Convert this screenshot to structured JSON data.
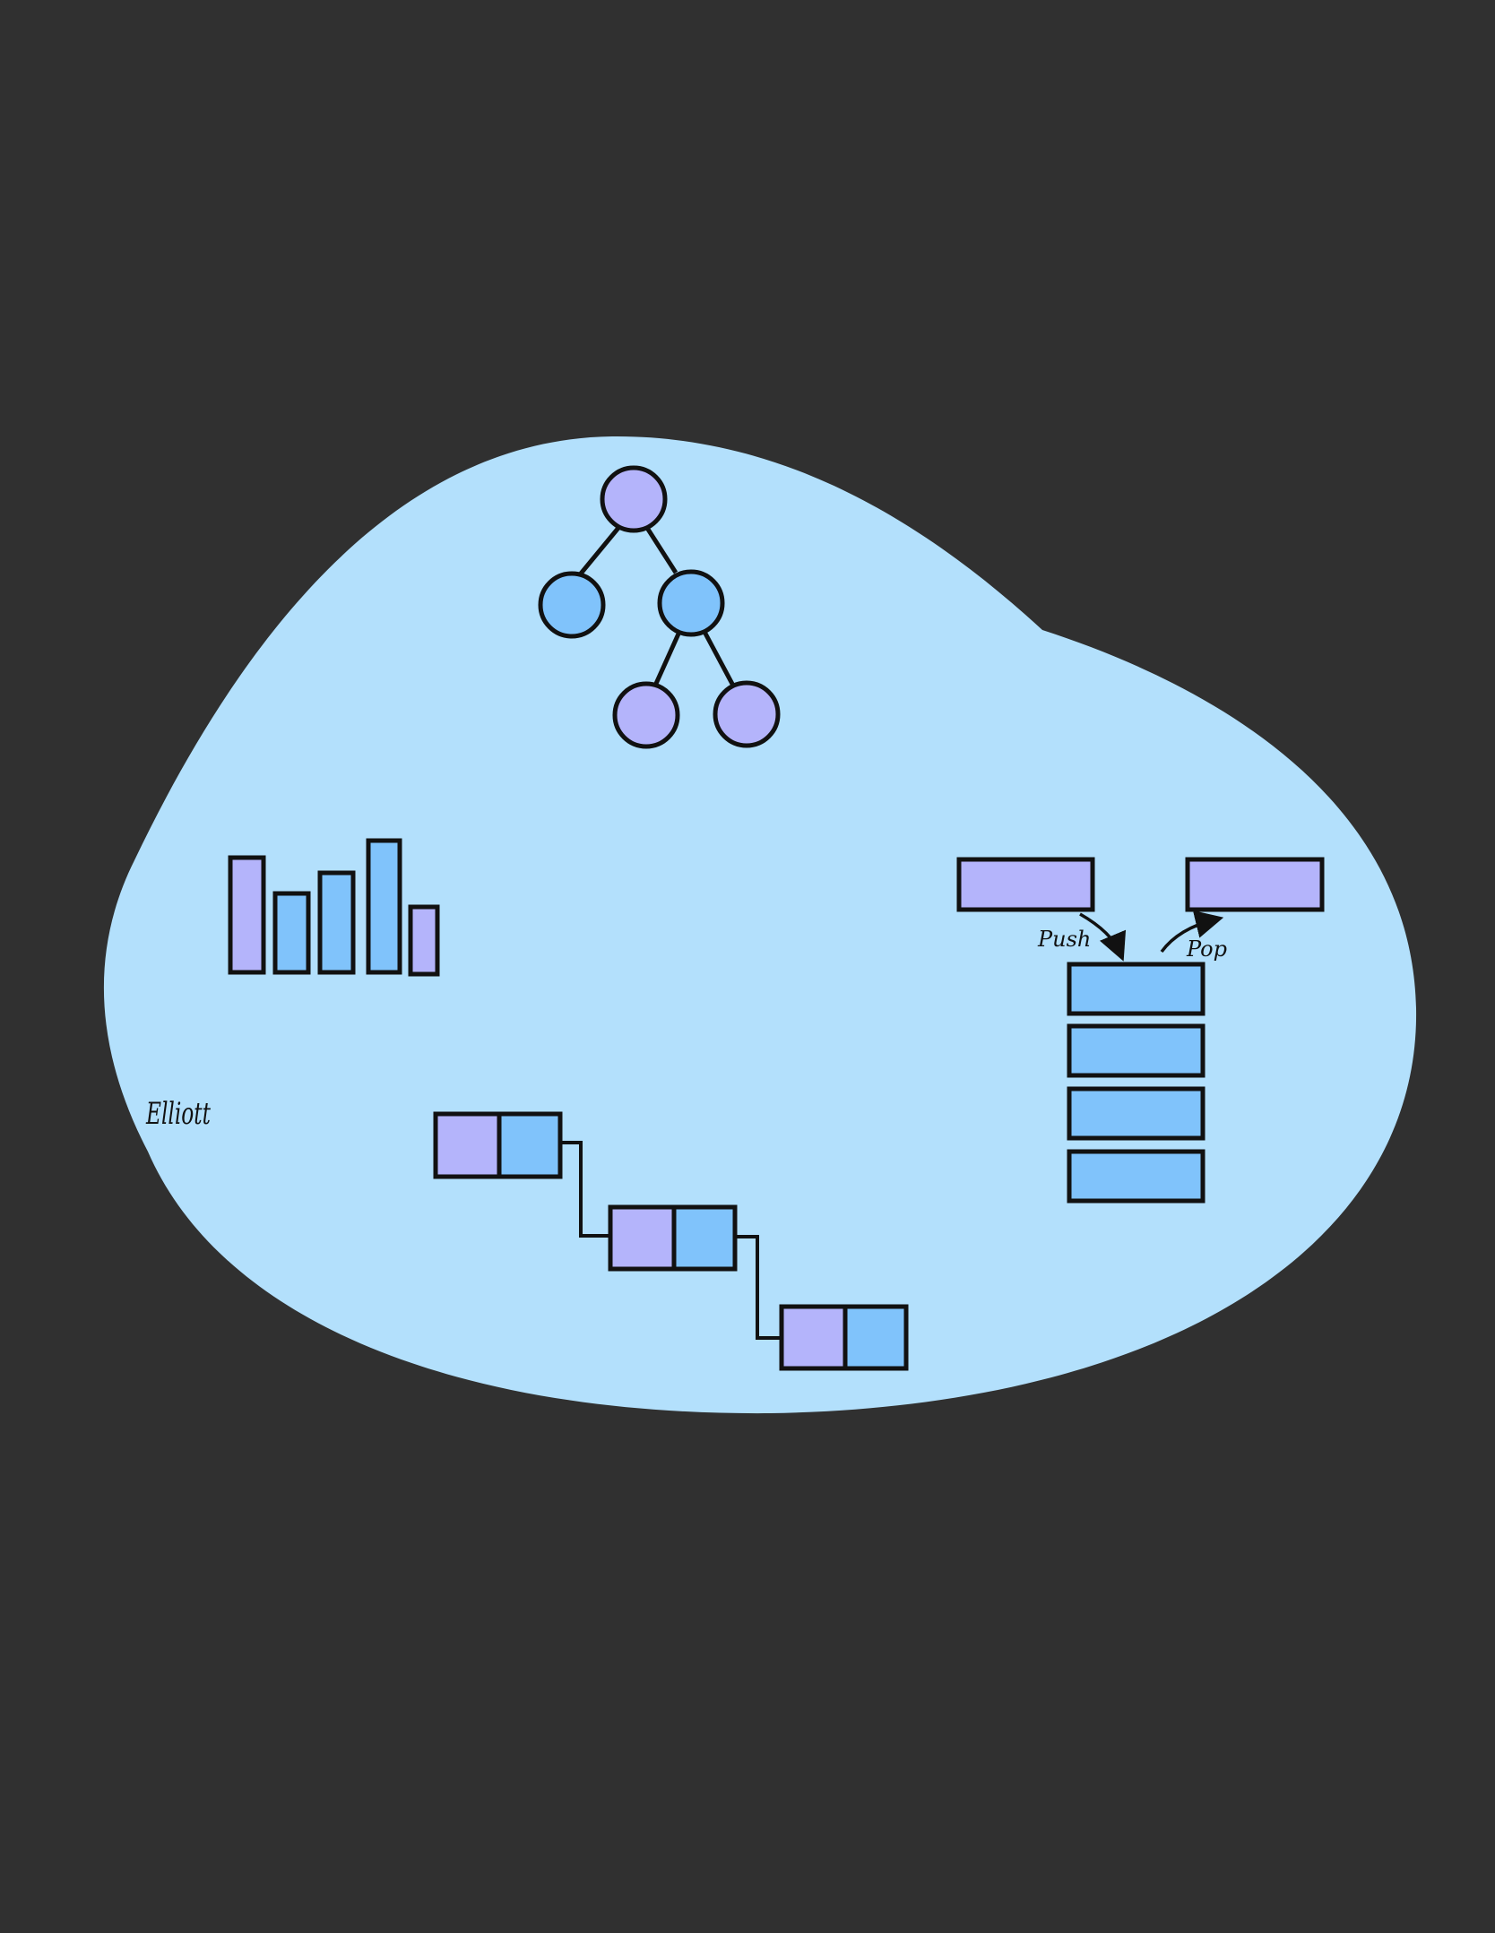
{
  "colors": {
    "background": "#303030",
    "blob": "#b3e0fc",
    "purple": "#b4b4fb",
    "blue": "#80c3fb",
    "stroke": "#111111"
  },
  "stack": {
    "push_label": "Push",
    "pop_label": "Pop"
  },
  "signature": "Elliott"
}
